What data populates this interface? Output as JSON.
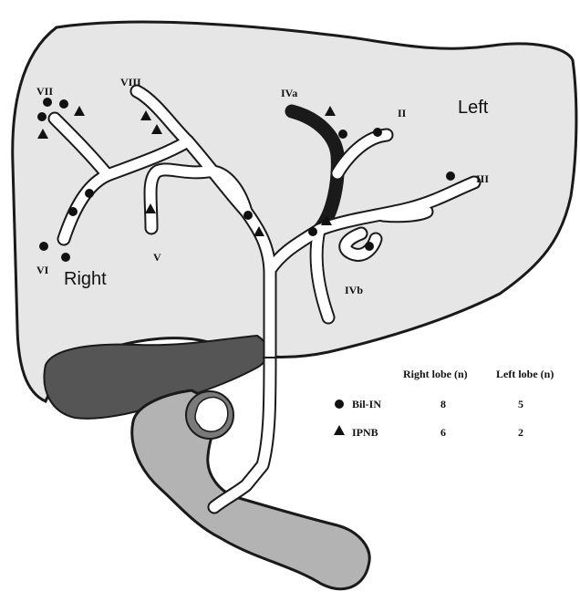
{
  "segments": {
    "vii": "VII",
    "viii": "VIII",
    "iva": "IVa",
    "ii": "II",
    "iii": "III",
    "vi": "VI",
    "v": "V",
    "ivb": "IVb"
  },
  "lobes": {
    "left": "Left",
    "right": "Right"
  },
  "table": {
    "headers": [
      "Right lobe (n)",
      "Left lobe (n)"
    ],
    "rows": [
      {
        "symbol": "circle",
        "label": "Bil-IN",
        "right": "8",
        "left": "5"
      },
      {
        "symbol": "triangle",
        "label": "IPNB",
        "right": "6",
        "left": "2"
      }
    ]
  },
  "colors": {
    "liver": "#e6e6e6",
    "outline": "#1a1a1a",
    "gallbladder": "#555555",
    "duodenum": "#b3b3b3",
    "duct": "#ffffff"
  }
}
